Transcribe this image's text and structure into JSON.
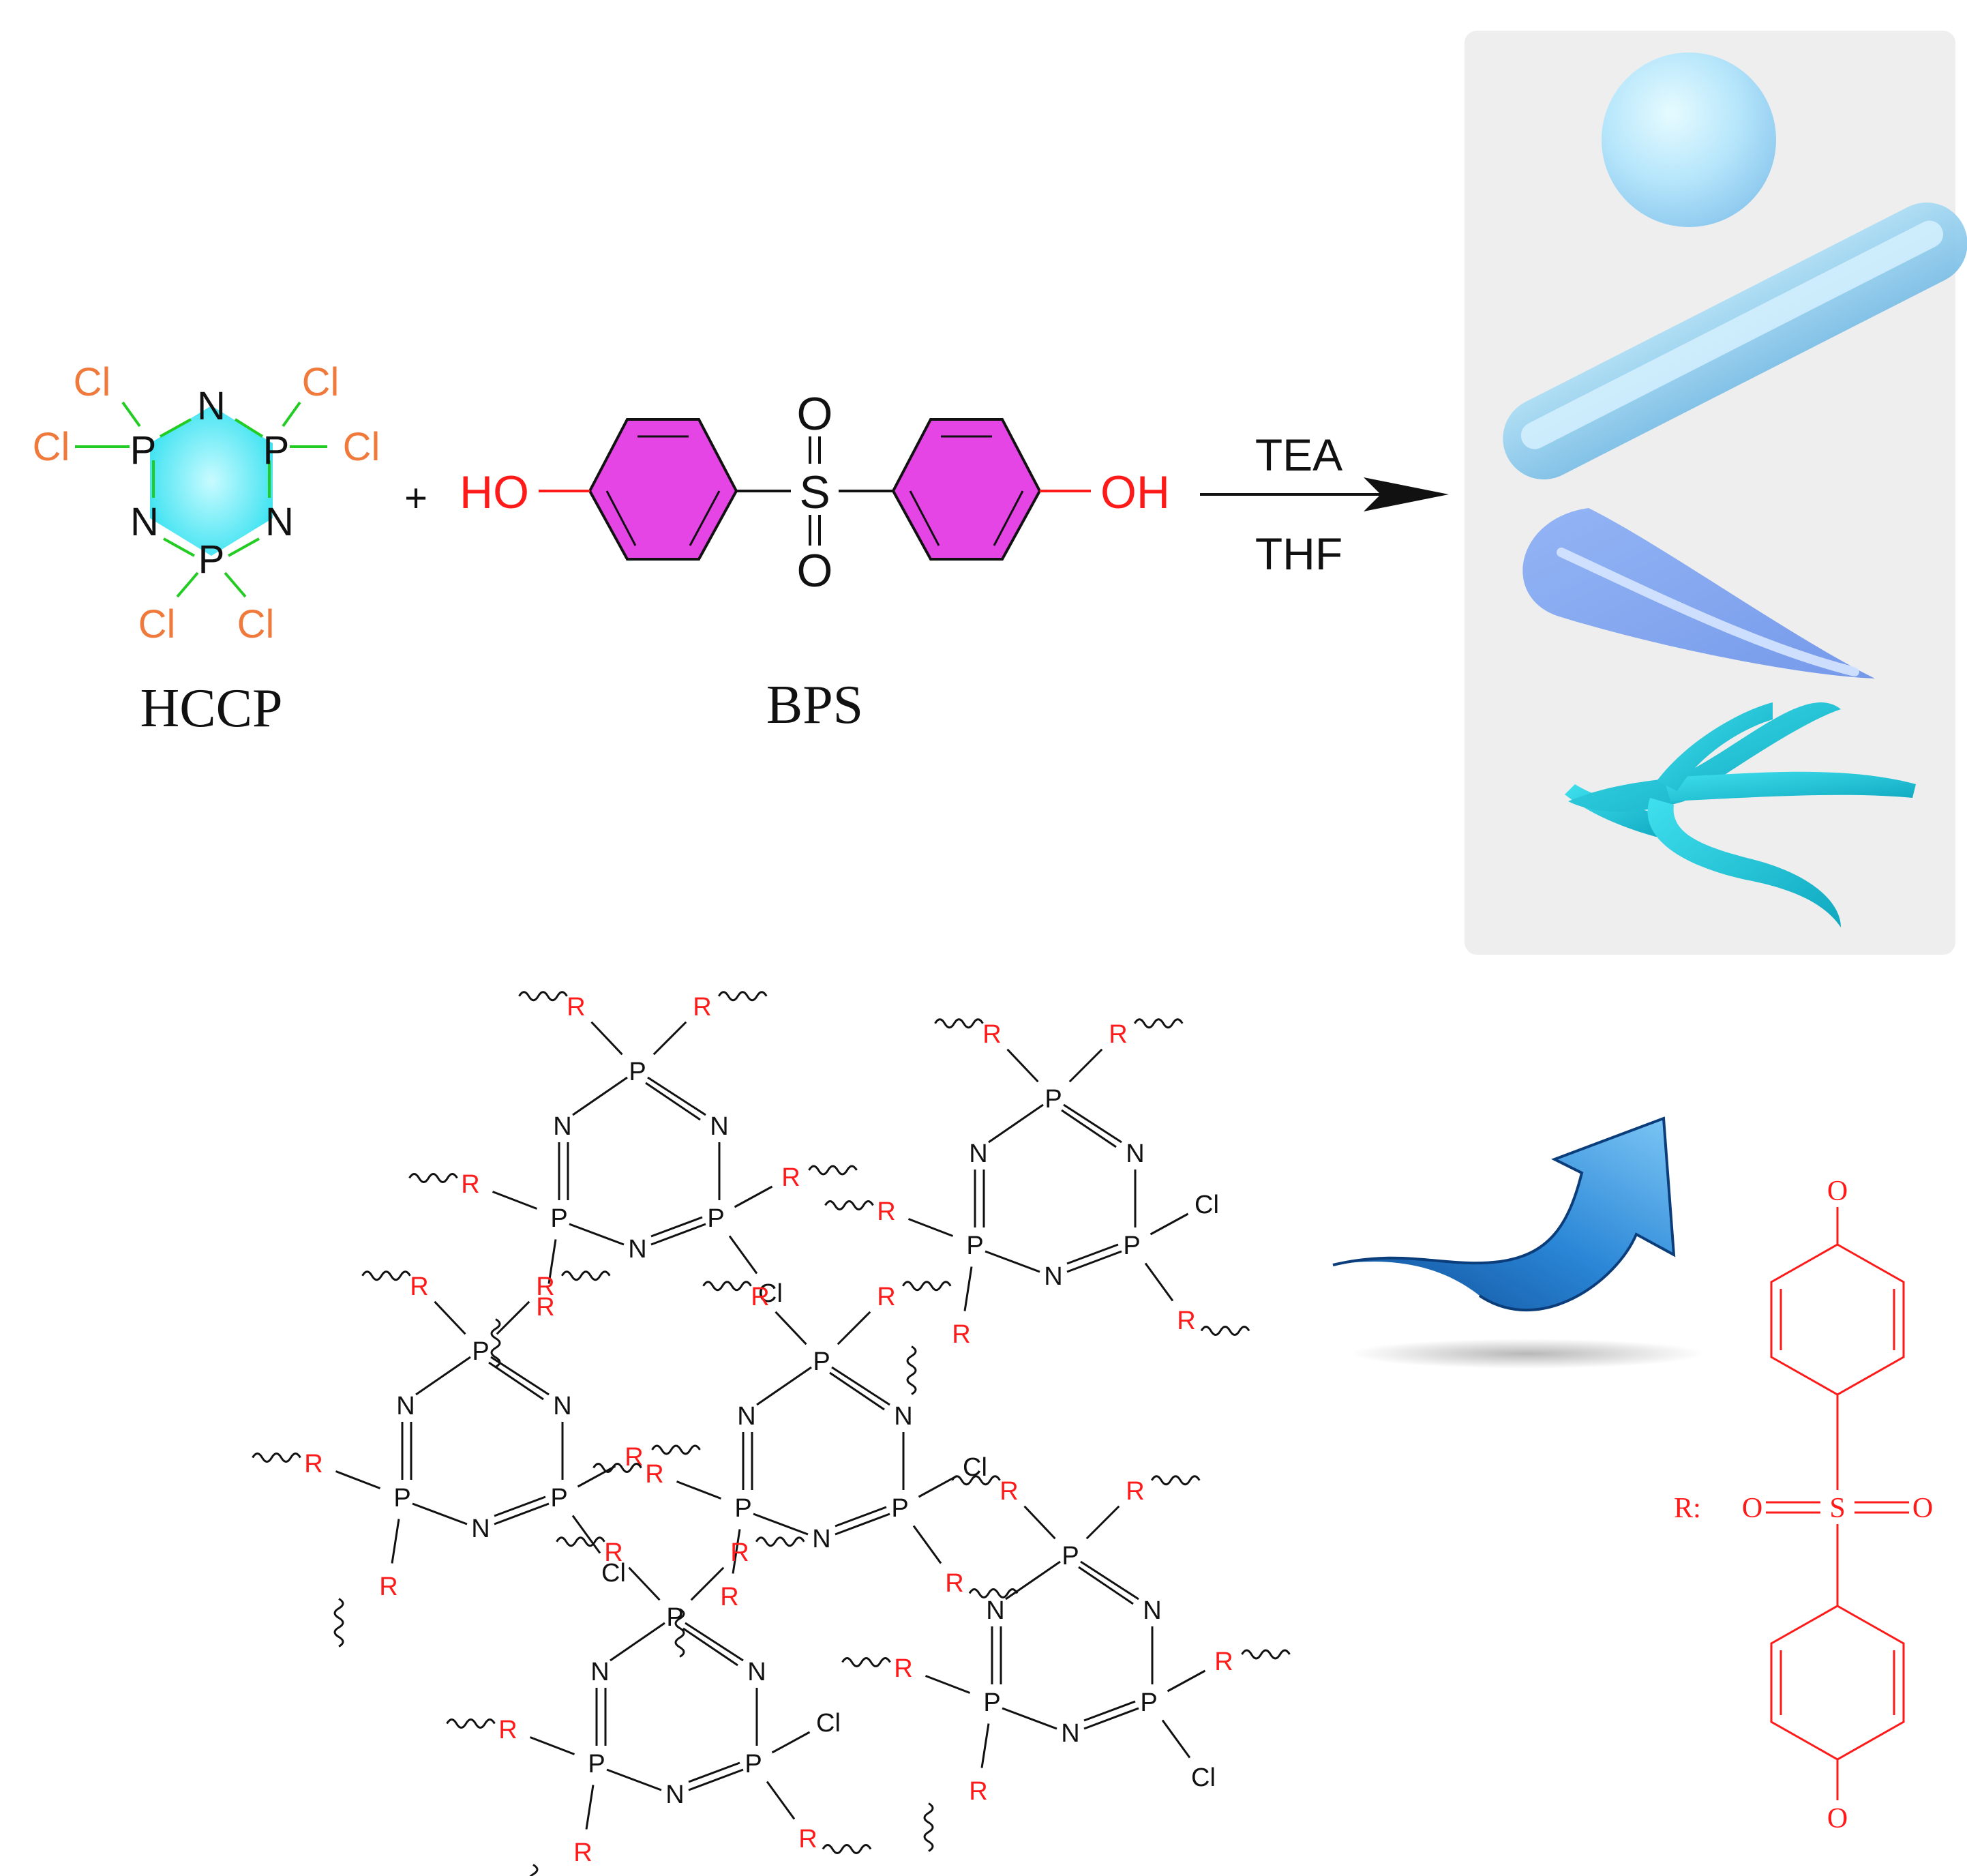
{
  "colors": {
    "orange": "#f07a3c",
    "green": "#22cc22",
    "cyan": "#30e0f0",
    "magenta": "#e645e6",
    "red": "#ff1a1a",
    "black": "#111111",
    "panel": "#eeeeee",
    "arrow_blue": "#1f6fc0"
  },
  "hccp": {
    "name": "HCCP",
    "atom_cl": "Cl",
    "atom_p": "P",
    "atom_n": "N"
  },
  "bps": {
    "name": "BPS",
    "ho": "HO",
    "oh": "OH",
    "s": "S",
    "o": "O"
  },
  "plus": "+",
  "reaction": {
    "reagent_top": "TEA",
    "reagent_bottom": "THF"
  },
  "morphologies": [
    "sphere",
    "rod",
    "cone",
    "branched"
  ],
  "network": {
    "atom_p": "P",
    "atom_n": "N",
    "atom_r": "R",
    "atom_cl": "Cl"
  },
  "r_group": {
    "label": "R:",
    "o": "O",
    "s": "S"
  },
  "icons": {
    "curved_arrow": "curved-arrow-icon",
    "reaction_arrow": "right-arrow-icon"
  }
}
